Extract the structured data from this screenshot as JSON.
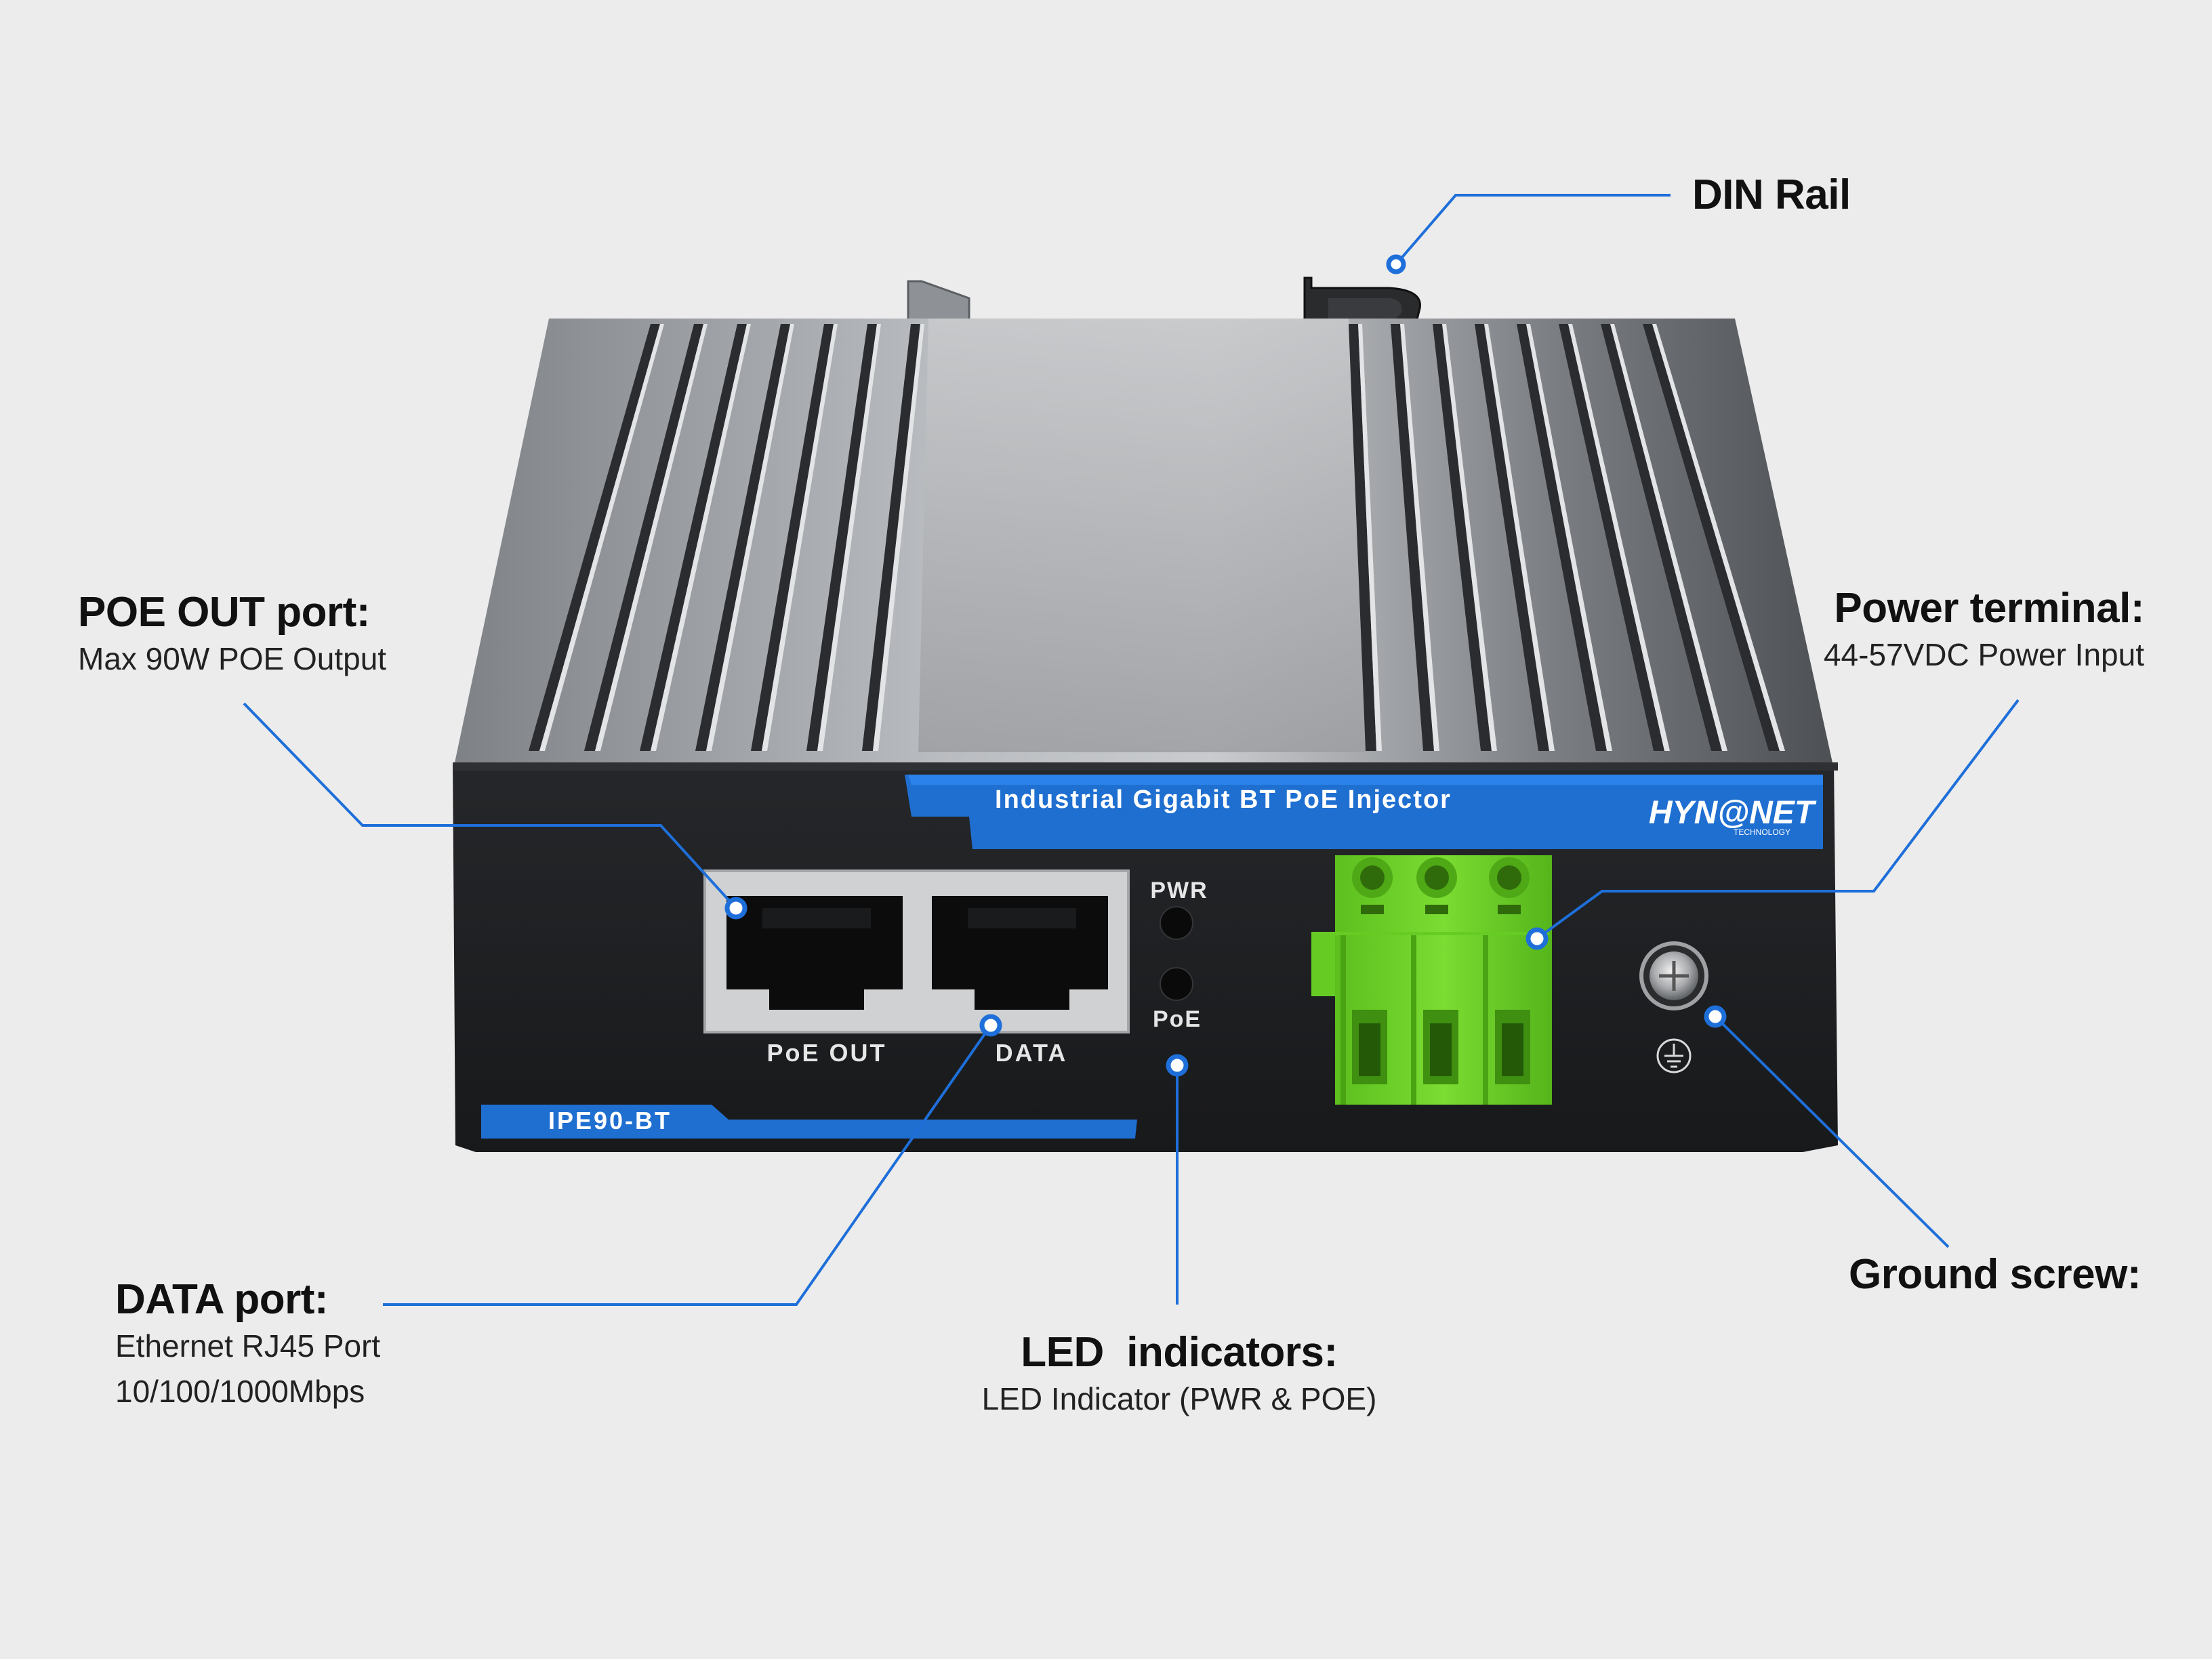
{
  "device": {
    "product_title": "Industrial Gigabit BT PoE Injector",
    "brand": "HYN@NET",
    "brand_sub": "TECHNOLOGY",
    "model": "IPE90-BT",
    "port_labels": {
      "poe_out": "PoE OUT",
      "data": "DATA"
    },
    "led_labels": {
      "pwr": "PWR",
      "poe": "PoE"
    },
    "ground_symbol": "ground-symbol"
  },
  "callouts": {
    "din_rail": {
      "title": "DIN Rail"
    },
    "poe_out": {
      "title": "POE OUT port:",
      "desc": "Max 90W POE Output"
    },
    "power_terminal": {
      "title": "Power terminal:",
      "desc": "44-57VDC Power Input"
    },
    "data_port": {
      "title": "DATA port:",
      "desc": "Ethernet RJ45 Port",
      "desc2": "10/100/1000Mbps"
    },
    "led": {
      "title": "LED  indicators:",
      "desc": "LED Indicator (PWR & POE)"
    },
    "ground": {
      "title": "Ground screw:"
    }
  },
  "colors": {
    "background": "#ececec",
    "callout_line": "#1e6fd9",
    "accent_blue": "#1f6fd1",
    "terminal_green": "#6ed12a",
    "housing_dark": "#1e1f21"
  }
}
